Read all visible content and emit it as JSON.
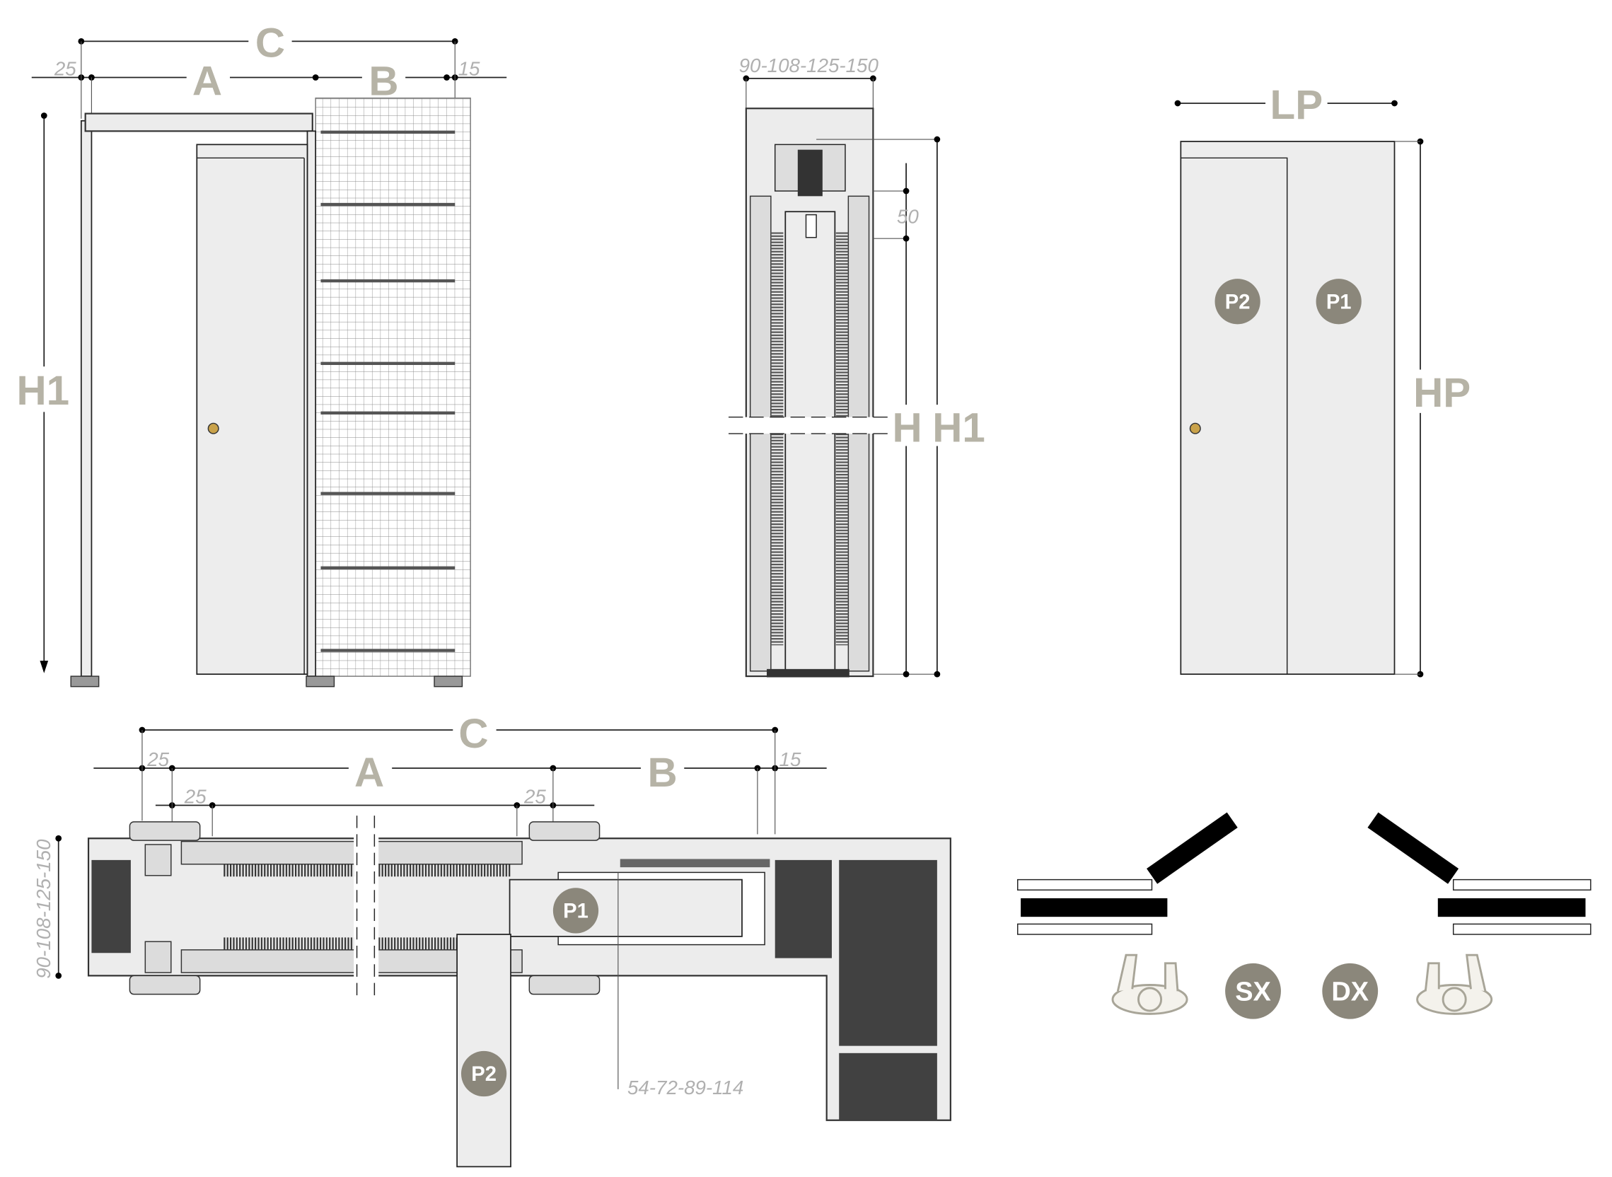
{
  "elevation_front": {
    "dim_c": "C",
    "dim_a": "A",
    "dim_b": "B",
    "dim_h1": "H1",
    "left_offset": "25",
    "right_offset": "15"
  },
  "section_vertical": {
    "wall_thickness": "90-108-125-150",
    "top_gap": "50",
    "dim_h": "H",
    "dim_h1": "H1"
  },
  "elevation_door": {
    "dim_lp": "LP",
    "dim_hp": "HP",
    "panel_p1": "P1",
    "panel_p2": "P2"
  },
  "plan_section": {
    "dim_c": "C",
    "dim_a": "A",
    "dim_b": "B",
    "offset_left": "25",
    "offset_right": "15",
    "inner_left": "25",
    "inner_right": "25",
    "wall_thickness": "90-108-125-150",
    "panel_thickness": "54-72-89-114",
    "panel_p1": "P1",
    "panel_p2": "P2"
  },
  "handing": {
    "left_label": "SX",
    "right_label": "DX"
  },
  "colors": {
    "label": "#b6b3a6",
    "badge": "#8b877b",
    "wall": "#ececec",
    "dark": "#414141"
  }
}
